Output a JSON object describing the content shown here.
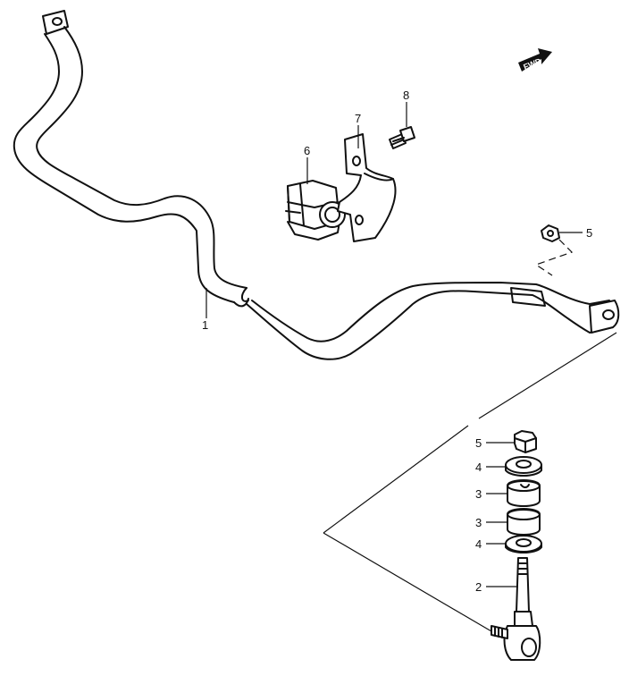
{
  "callouts": {
    "c1": "1",
    "c2": "2",
    "c3a": "3",
    "c3b": "3",
    "c4a": "4",
    "c4b": "4",
    "c5a": "5",
    "c5b": "5",
    "c6": "6",
    "c7": "7",
    "c8": "8"
  },
  "fwd_badge": "FWD"
}
